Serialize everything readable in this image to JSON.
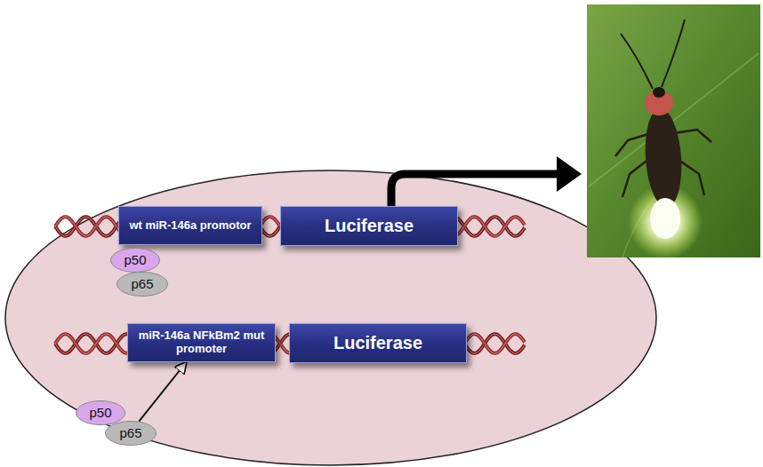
{
  "diagram": {
    "nodes": [
      {
        "text": [
          "wt miR-146a promotor"
        ]
      },
      {
        "text": [
          "Luciferase"
        ]
      },
      {
        "text": [
          "p50"
        ]
      },
      {
        "text": [
          "p65"
        ]
      },
      {
        "text": [
          "miR-146a NFkBm2 mut promoter"
        ]
      },
      {
        "text": [
          "Luciferase"
        ]
      },
      {
        "text": [
          "p50"
        ]
      },
      {
        "text": [
          "p65"
        ]
      }
    ],
    "edges": [
      {
        "from": 7,
        "to": 4,
        "arrow": "to"
      }
    ]
  }
}
